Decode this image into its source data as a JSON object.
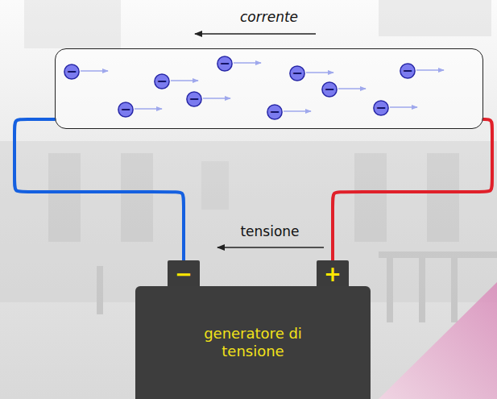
{
  "diagram": {
    "nodes": [
      {
        "text": [
          "corrente"
        ]
      },
      {
        "text": [
          "−"
        ],
        "in": 0
      },
      {
        "text": [
          "−"
        ],
        "in": 0
      },
      {
        "text": [
          "−"
        ],
        "in": 0
      },
      {
        "text": [
          "−"
        ],
        "in": 0
      },
      {
        "text": [
          "−"
        ],
        "in": 0
      },
      {
        "text": [
          "−"
        ],
        "in": 0
      },
      {
        "text": [
          "−"
        ],
        "in": 0
      },
      {
        "text": [
          "−"
        ],
        "in": 0
      },
      {
        "text": [
          "−"
        ],
        "in": 0
      },
      {
        "text": [
          "−"
        ],
        "in": 0
      },
      {
        "text": [
          "−"
        ]
      },
      {
        "text": [
          "+"
        ]
      },
      {
        "text": [
          "generatore di tensione"
        ]
      }
    ],
    "edges": [
      {
        "from": 0,
        "to": 11,
        "arrow": "none"
      },
      {
        "from": 12,
        "to": 0,
        "arrow": "none"
      }
    ],
    "labels": [
      "tensione"
    ]
  }
}
